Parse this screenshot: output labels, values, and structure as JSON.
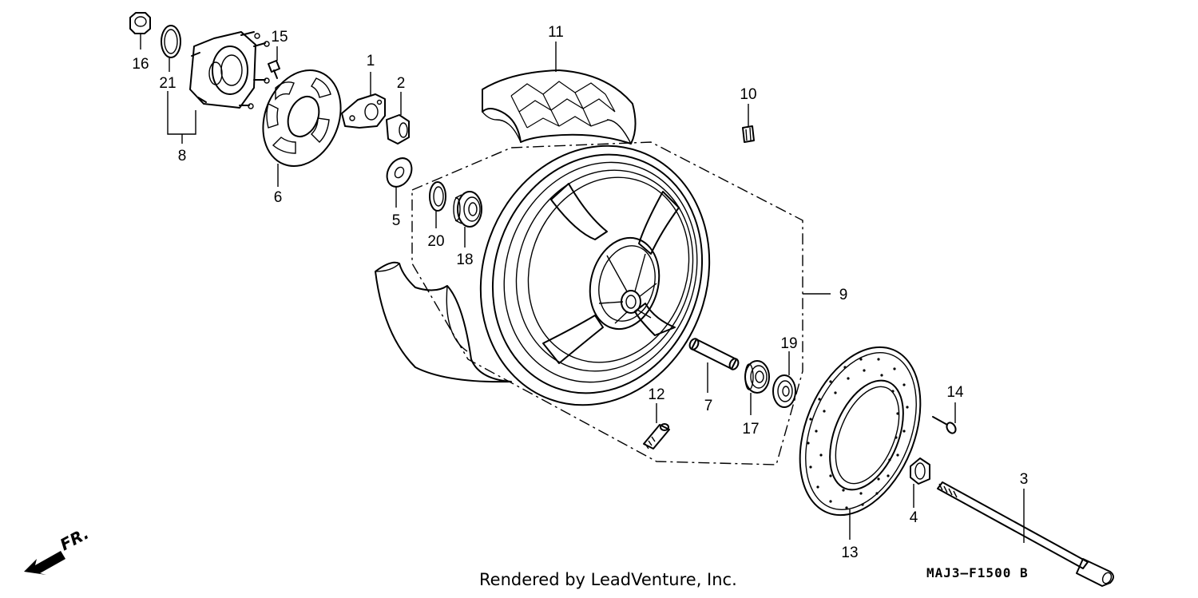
{
  "callouts": {
    "c1": "1",
    "c2": "2",
    "c3": "3",
    "c4": "4",
    "c5": "5",
    "c6": "6",
    "c7": "7",
    "c8": "8",
    "c9": "9",
    "c10": "10",
    "c11": "11",
    "c12": "12",
    "c13": "13",
    "c14": "14",
    "c15": "15",
    "c16": "16",
    "c17": "17",
    "c18": "18",
    "c19": "19",
    "c20": "20",
    "c21": "21"
  },
  "direction_indicator": {
    "label": "FR."
  },
  "footer": {
    "credit": "Rendered by LeadVenture, Inc."
  },
  "diagram_code": "MAJ3–F1500 B"
}
